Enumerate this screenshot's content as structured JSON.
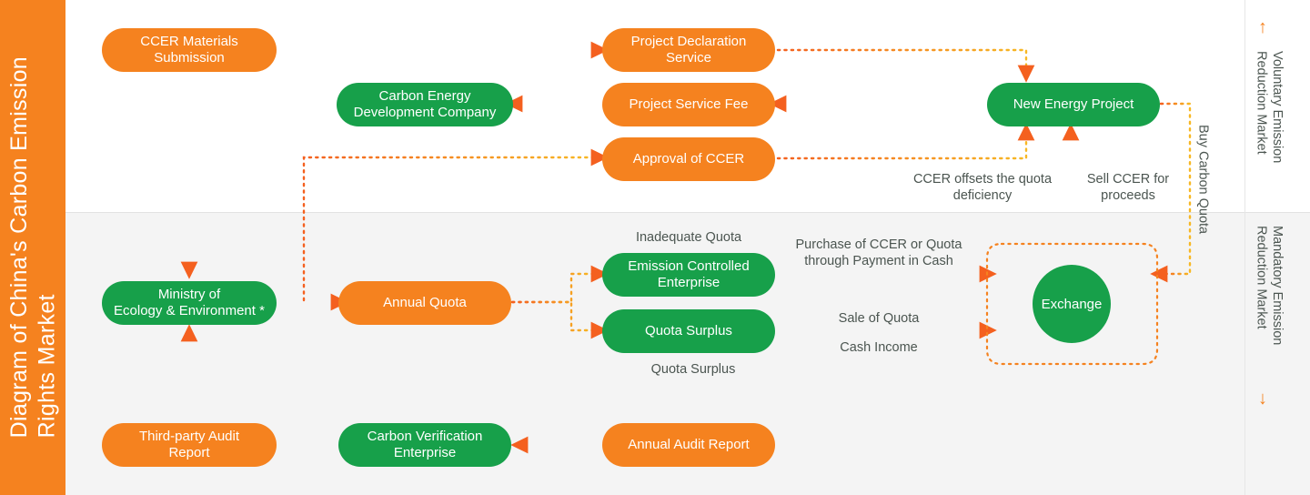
{
  "title": {
    "text": "Diagram of China's Carbon Emission\nRights Market"
  },
  "bands": {
    "top": {
      "label": "Voluntary Emission\nReduction Market",
      "arrow_icon": "arrow-up-icon",
      "arrow_glyph": "↑"
    },
    "bottom": {
      "label": "Mandatory Emission\nReduction Market",
      "arrow_icon": "arrow-down-icon",
      "arrow_glyph": "↓"
    }
  },
  "colors": {
    "orange": "#f5821f",
    "green": "#17a04a",
    "arrow": "#f4601f",
    "band_bg": "#f4f4f4",
    "label_text": "#4b5550"
  },
  "nodes": [
    {
      "id": "ccer-materials-submission",
      "label": "CCER Materials\nSubmission",
      "color": "orange"
    },
    {
      "id": "carbon-energy-development-company",
      "label": "Carbon Energy\nDevelopment Company",
      "color": "green"
    },
    {
      "id": "project-declaration-service",
      "label": "Project Declaration\nService",
      "color": "orange"
    },
    {
      "id": "project-service-fee",
      "label": "Project Service Fee",
      "color": "orange"
    },
    {
      "id": "approval-of-ccer",
      "label": "Approval of CCER",
      "color": "orange"
    },
    {
      "id": "new-energy-project",
      "label": "New Energy Project",
      "color": "green"
    },
    {
      "id": "ministry-of-ecology-environment",
      "label": "Ministry of\nEcology & Environment *",
      "color": "green"
    },
    {
      "id": "annual-quota",
      "label": "Annual Quota",
      "color": "orange"
    },
    {
      "id": "emission-controlled-enterprise",
      "label": "Emission Controlled\nEnterprise",
      "color": "green"
    },
    {
      "id": "quota-surplus",
      "label": "Quota Surplus",
      "color": "green"
    },
    {
      "id": "third-party-audit-report",
      "label": "Third-party Audit\nReport",
      "color": "orange"
    },
    {
      "id": "carbon-verification-enterprise",
      "label": "Carbon Verification\nEnterprise",
      "color": "green"
    },
    {
      "id": "annual-audit-report",
      "label": "Annual Audit Report",
      "color": "orange"
    },
    {
      "id": "exchange",
      "label": "Exchange",
      "color": "green"
    }
  ],
  "edge_labels": [
    {
      "id": "ccer-offsets-quota-deficiency",
      "text": "CCER offsets the quota\ndeficiency"
    },
    {
      "id": "sell-ccer-for-proceeds",
      "text": "Sell CCER for\nproceeds"
    },
    {
      "id": "buy-carbon-quota",
      "text": "Buy Carbon Quota"
    },
    {
      "id": "inadequate-quota",
      "text": "Inadequate Quota"
    },
    {
      "id": "quota-surplus-label",
      "text": "Quota Surplus"
    },
    {
      "id": "purchase-of-ccer-or-quota",
      "text": "Purchase of CCER or Quota\nthrough Payment in Cash"
    },
    {
      "id": "sale-of-quota",
      "text": "Sale of Quota"
    },
    {
      "id": "cash-income",
      "text": "Cash Income"
    }
  ]
}
